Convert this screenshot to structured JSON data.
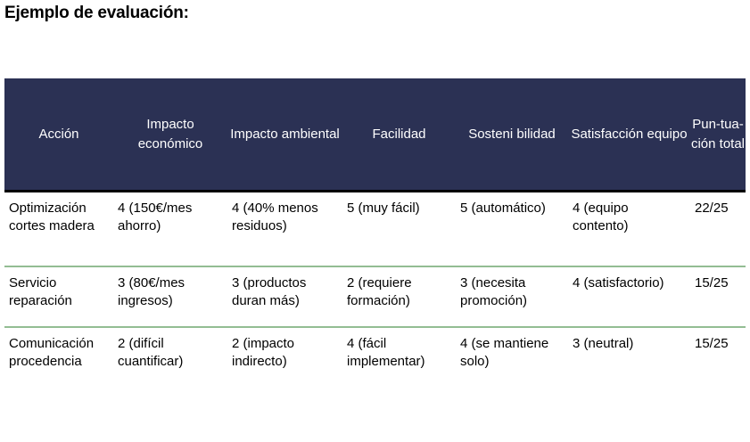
{
  "page": {
    "title": "Ejemplo de evaluación:"
  },
  "table": {
    "header_bg": "#2b3154",
    "header_text_color": "#ffffff",
    "row_divider_color": "#93bd93",
    "header_border_color": "#000000",
    "columns": [
      "Acción",
      "Impacto económico",
      "Impacto ambiental",
      "Facilidad",
      "Sosteni bilidad",
      "Satisfacción equipo",
      "Pun-tua-ción total"
    ],
    "rows": [
      {
        "accion": "Optimización cortes madera",
        "impacto_economico": "4 (150€/mes ahorro)",
        "impacto_ambiental": "4 (40% menos residuos)",
        "facilidad": "5 (muy fácil)",
        "sostenibilidad": "5 (automático)",
        "satisfaccion_equipo": "4 (equipo contento)",
        "puntuacion_total": "22/25"
      },
      {
        "accion": "Servicio reparación",
        "impacto_economico": "3 (80€/mes ingresos)",
        "impacto_ambiental": "3 (productos duran más)",
        "facilidad": "2 (requiere formación)",
        "sostenibilidad": "3 (necesita promoción)",
        "satisfaccion_equipo": "4 (satisfactorio)",
        "puntuacion_total": "15/25"
      },
      {
        "accion": "Comunicación procedencia",
        "impacto_economico": "2 (difícil cuantificar)",
        "impacto_ambiental": "2 (impacto indirecto)",
        "facilidad": "4 (fácil implementar)",
        "sostenibilidad": "4 (se mantiene solo)",
        "satisfaccion_equipo": "3 (neutral)",
        "puntuacion_total": "15/25"
      }
    ]
  }
}
